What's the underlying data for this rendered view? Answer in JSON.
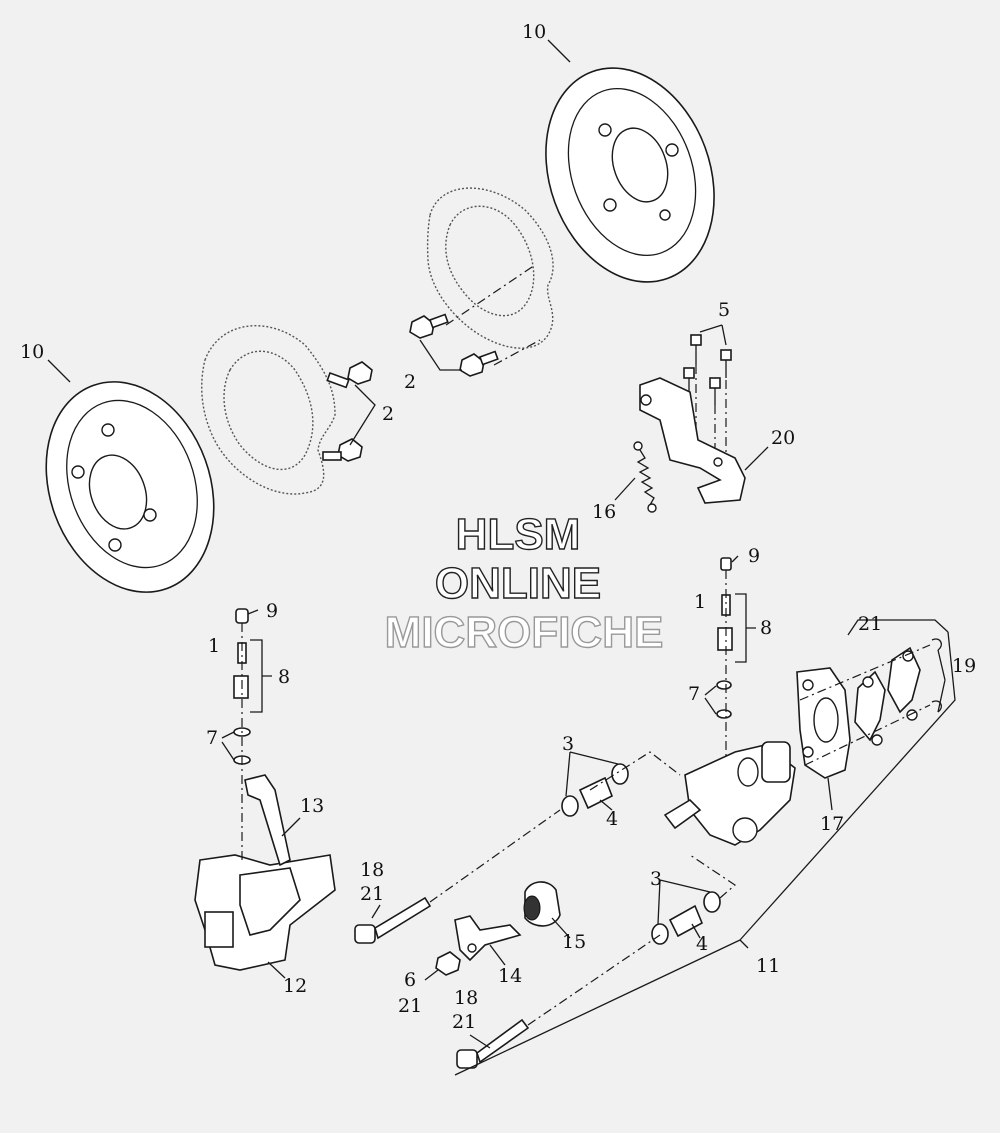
{
  "watermark": {
    "line1": "HLSM",
    "line2": "ONLINE",
    "line3": "MICROFICHE"
  },
  "callouts": {
    "rotor_top": "10",
    "rotor_left": "10",
    "bolts_top": "2",
    "bolts_left": "2",
    "screws_bracket": "5",
    "bracket": "20",
    "spring": "16",
    "bleeder_cap_left": "9",
    "bleeder_left": "1",
    "bleeder_asm_left": "8",
    "washer_left": "7",
    "lever_left": "13",
    "caliper_left": "12",
    "bleeder_cap_right": "9",
    "bleeder_right": "1",
    "bleeder_asm_right": "8",
    "washer_right": "7",
    "pads": "21",
    "pad_clips": "19",
    "oring_top": "3",
    "sleeve_top": "4",
    "mount_plate": "17",
    "pin_top_a": "18",
    "pin_top_b": "21",
    "piston": "15",
    "oring_bottom": "3",
    "sleeve_bottom": "4",
    "nut_a": "6",
    "nut_b": "21",
    "lever_arm": "14",
    "caliper_kit": "11",
    "pin_bottom_a": "18",
    "pin_bottom_b": "21"
  }
}
